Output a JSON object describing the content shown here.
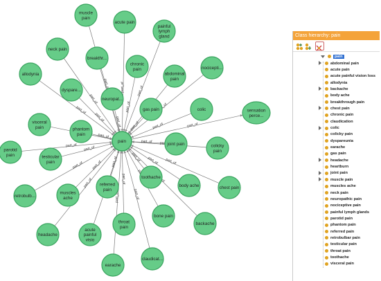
{
  "graph": {
    "center": {
      "id": "pain",
      "label": [
        "pain"
      ]
    },
    "edge_label": "part_of",
    "outer_node": {
      "id": "sensation",
      "label": [
        "sensation",
        "perce..."
      ]
    },
    "nodes": [
      {
        "id": "muscle-pain",
        "label": [
          "muscle",
          "pain"
        ]
      },
      {
        "id": "acute-pain",
        "label": [
          "acute pain"
        ]
      },
      {
        "id": "painful-lymph-gland",
        "label": [
          "painful",
          "lymph",
          "gland"
        ]
      },
      {
        "id": "neck-pain",
        "label": [
          "neck pain"
        ]
      },
      {
        "id": "breakthrough",
        "label": [
          "breakthr..."
        ]
      },
      {
        "id": "chronic-pain",
        "label": [
          "chronic",
          "pain"
        ]
      },
      {
        "id": "abdominal-pain",
        "label": [
          "abdominal",
          "pain"
        ]
      },
      {
        "id": "nociceptive",
        "label": [
          "nocicepti..."
        ]
      },
      {
        "id": "allodynia",
        "label": [
          "allodynia"
        ]
      },
      {
        "id": "dyspareunia",
        "label": [
          "dyspare..."
        ]
      },
      {
        "id": "neuropathic",
        "label": [
          "neuropat..."
        ]
      },
      {
        "id": "gas-pain",
        "label": [
          "gas pain"
        ]
      },
      {
        "id": "colic",
        "label": [
          "colic"
        ]
      },
      {
        "id": "visceral-pain",
        "label": [
          "visceral",
          "pain"
        ]
      },
      {
        "id": "phantom-pain",
        "label": [
          "phantom",
          "pain"
        ]
      },
      {
        "id": "joint-pain",
        "label": [
          "joint pain"
        ]
      },
      {
        "id": "colicky-pain",
        "label": [
          "colicky",
          "pain"
        ]
      },
      {
        "id": "parotid-pain",
        "label": [
          "parotid",
          "pain"
        ]
      },
      {
        "id": "testicular-pain",
        "label": [
          "testicular",
          "pain"
        ]
      },
      {
        "id": "retrobulbar",
        "label": [
          "retrobulb..."
        ]
      },
      {
        "id": "muscles-ache",
        "label": [
          "muscles",
          "ache"
        ]
      },
      {
        "id": "referred-pain",
        "label": [
          "referred",
          "pain"
        ]
      },
      {
        "id": "toothache",
        "label": [
          "toothache"
        ]
      },
      {
        "id": "body-ache",
        "label": [
          "body ache"
        ]
      },
      {
        "id": "chest-pain",
        "label": [
          "chest pain"
        ]
      },
      {
        "id": "headache",
        "label": [
          "headache"
        ]
      },
      {
        "id": "acute-painful-vision",
        "label": [
          "acute",
          "painful",
          "visio"
        ]
      },
      {
        "id": "throat-pain",
        "label": [
          "throat",
          "pain"
        ]
      },
      {
        "id": "bone-pain",
        "label": [
          "bone pain"
        ]
      },
      {
        "id": "backache",
        "label": [
          "backache"
        ]
      },
      {
        "id": "earache",
        "label": [
          "earache"
        ]
      },
      {
        "id": "claudication",
        "label": [
          "claudicat..."
        ]
      }
    ]
  },
  "panel": {
    "title": "Class hierarchy: pain",
    "toolbar_icons": [
      "add-subclass-icon",
      "add-sibling-icon",
      "delete-class-icon"
    ],
    "root_label": "pain",
    "items": [
      {
        "label": "abdominal pain",
        "expandable": true
      },
      {
        "label": "acute pain",
        "expandable": false
      },
      {
        "label": "acute painful vision loss",
        "expandable": false
      },
      {
        "label": "allodynia",
        "expandable": false
      },
      {
        "label": "backache",
        "expandable": true
      },
      {
        "label": "body ache",
        "expandable": false
      },
      {
        "label": "breakthrough pain",
        "expandable": false
      },
      {
        "label": "chest pain",
        "expandable": true
      },
      {
        "label": "chronic pain",
        "expandable": false
      },
      {
        "label": "claudication",
        "expandable": false
      },
      {
        "label": "colic",
        "expandable": true
      },
      {
        "label": "colicky pain",
        "expandable": false
      },
      {
        "label": "dyspareunia",
        "expandable": false
      },
      {
        "label": "earache",
        "expandable": false
      },
      {
        "label": "gas pain",
        "expandable": false
      },
      {
        "label": "headache",
        "expandable": true
      },
      {
        "label": "heartburn",
        "expandable": false
      },
      {
        "label": "joint pain",
        "expandable": true
      },
      {
        "label": "muscle pain",
        "expandable": true
      },
      {
        "label": "muscles ache",
        "expandable": false
      },
      {
        "label": "neck pain",
        "expandable": false
      },
      {
        "label": "neuropathic pain",
        "expandable": false
      },
      {
        "label": "nociceptive pain",
        "expandable": false
      },
      {
        "label": "painful lymph glands",
        "expandable": false
      },
      {
        "label": "parotid pain",
        "expandable": false
      },
      {
        "label": "phantom pain",
        "expandable": false
      },
      {
        "label": "referred pain",
        "expandable": false
      },
      {
        "label": "retrobulbar pain",
        "expandable": false
      },
      {
        "label": "testicular pain",
        "expandable": false
      },
      {
        "label": "throat pain",
        "expandable": false
      },
      {
        "label": "toothache",
        "expandable": false
      },
      {
        "label": "visceral pain",
        "expandable": false
      }
    ]
  },
  "colors": {
    "node_fill": "#66cc88",
    "node_stroke": "#3aa45f",
    "tree_bullet": "#e0a321",
    "panel_title_bg": "#f4a33a",
    "selection": "#2f6fd1"
  }
}
